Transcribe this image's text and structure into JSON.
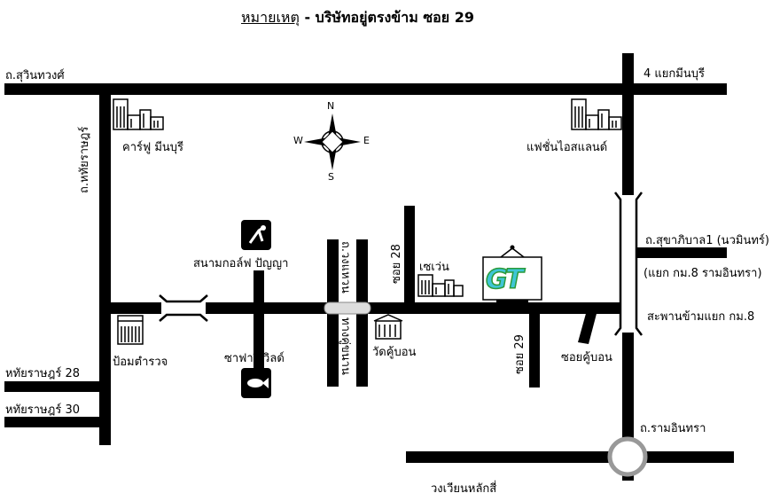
{
  "title": {
    "note_label": "หมายเหตุ",
    "separator": "-",
    "text": "บริษัทอยู่ตรงข้าม  ซอย  29"
  },
  "compass": {
    "n": "N",
    "s": "S",
    "e": "E",
    "w": "W"
  },
  "roads": {
    "suwinthawong": "ถ.สุวินทวงศ์",
    "yaek_minburi": "4 แยกมีนบุรี",
    "hathairat": "ถ.หทัยราษฎร์",
    "hathairat_28": "หทัยราษฎร์ 28",
    "hathairat_30": "หทัยราษฎร์ 30",
    "wongwaen": "ถ.วงแหวน",
    "parallel": "ทางคู่ขนาน",
    "soi_28": "ซอย 28",
    "soi_29": "ซอย 29",
    "soi_khubon": "ซอยคู้บอน",
    "sukhaphiban1": "ถ.สุขาภิบาล1 (นวมินทร์)",
    "km8_junction": "(แยก กม.8 รามอินทรา)",
    "km8_bridge": "สะพานข้ามแยก กม.8",
    "ramintra": "ถ.รามอินทรา",
    "lak_si_circle": "วงเวียนหลักสี่"
  },
  "landmarks": {
    "carrefour": "คาร์ฟู มีนบุรี",
    "fashion_island": "แฟชั่นไอสแลนด์",
    "golf": "สนามกอล์ฟ ปัญญา",
    "safari": "ซาฟารีเวิลด์",
    "police": "ป้อมตำรวจ",
    "seven": "เซเว่น",
    "wat_khubon": "วัดคู้บอน",
    "company_logo": "GT"
  },
  "colors": {
    "road": "#000000",
    "logo_fill": "#3fc6d6",
    "logo_stroke": "#2a9a3a"
  }
}
